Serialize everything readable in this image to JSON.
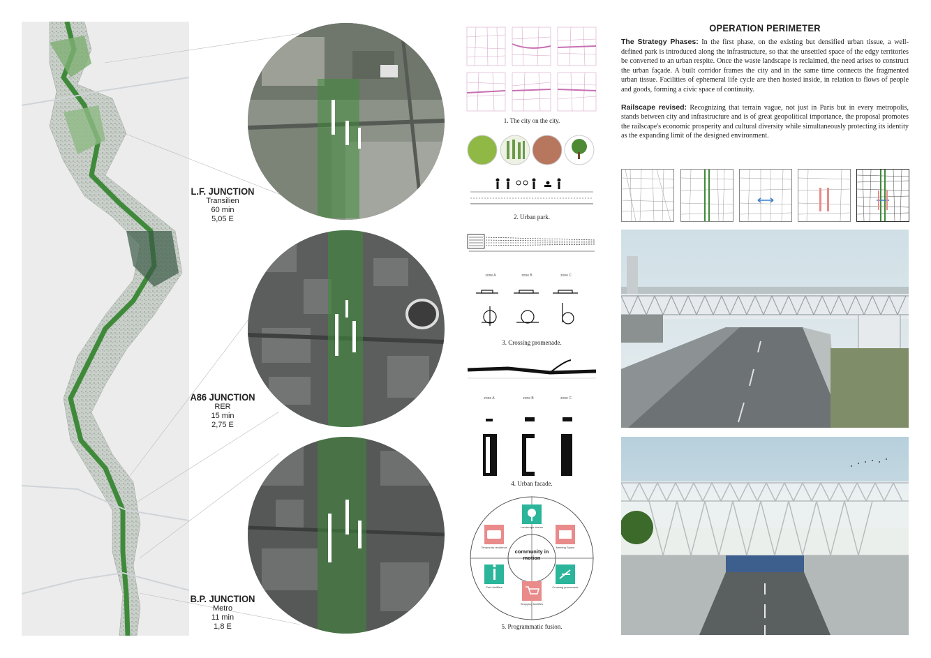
{
  "junctions": [
    {
      "name": "L.F. JUNCTION",
      "transport": "Transilien",
      "time": "60 min",
      "cost": "5,05 E"
    },
    {
      "name": "A86 JUNCTION",
      "transport": "RER",
      "time": "15 min",
      "cost": "2,75 E"
    },
    {
      "name": "B.P. JUNCTION",
      "transport": "Metro",
      "time": "11 min",
      "cost": "1,8 E"
    }
  ],
  "diagrams": {
    "caption1": "1. The city on the city.",
    "caption2": "2. Urban park.",
    "caption3": "3. Crossing promenade.",
    "caption4": "4. Urban facade.",
    "caption5": "5. Programmatic fusion.",
    "zones": [
      "zone A",
      "zone B",
      "zone C"
    ],
    "fusion_center": "community in motion",
    "fusion_items": [
      "Landscape leisure",
      "Meeting Space",
      "Crossing promenade",
      "Shopping facilities",
      "Park facilities",
      "Temporary residence"
    ]
  },
  "text": {
    "title": "OPERATION PERIMETER",
    "p1_lead": "The Strategy Phases:",
    "p1_body": "In the first phase, on the existing but densified urban tissue, a well-defined park is introduced along the infrastructure, so that the unsettled space of the edgy territories be converted to an urban respite. Once the waste landscape is reclaimed, the need arises to construct the urban façade. A built corridor frames the city and in the same time connects the fragmented urban tissue. Facilities of ephemeral life cycle are then hosted inside, in relation to flows of people and goods, forming a civic space of continuity.",
    "p2_lead": "Railscape revised:",
    "p2_body": "Recognizing that terrain vague, not just in Paris but in every metropolis, stands between city and infrastructure and is of great geopolitical importance, the proposal promotes the railscape's economic prosperity and cultural diversity while simultaneously protecting its identity as the expanding limit of the designed environment."
  },
  "colors": {
    "park_green": "#3f8a3a",
    "pink": "#e98b8b",
    "teal": "#2bb59a",
    "magenta_line": "#c86fb2",
    "blue_arrow": "#3a7fd0"
  }
}
